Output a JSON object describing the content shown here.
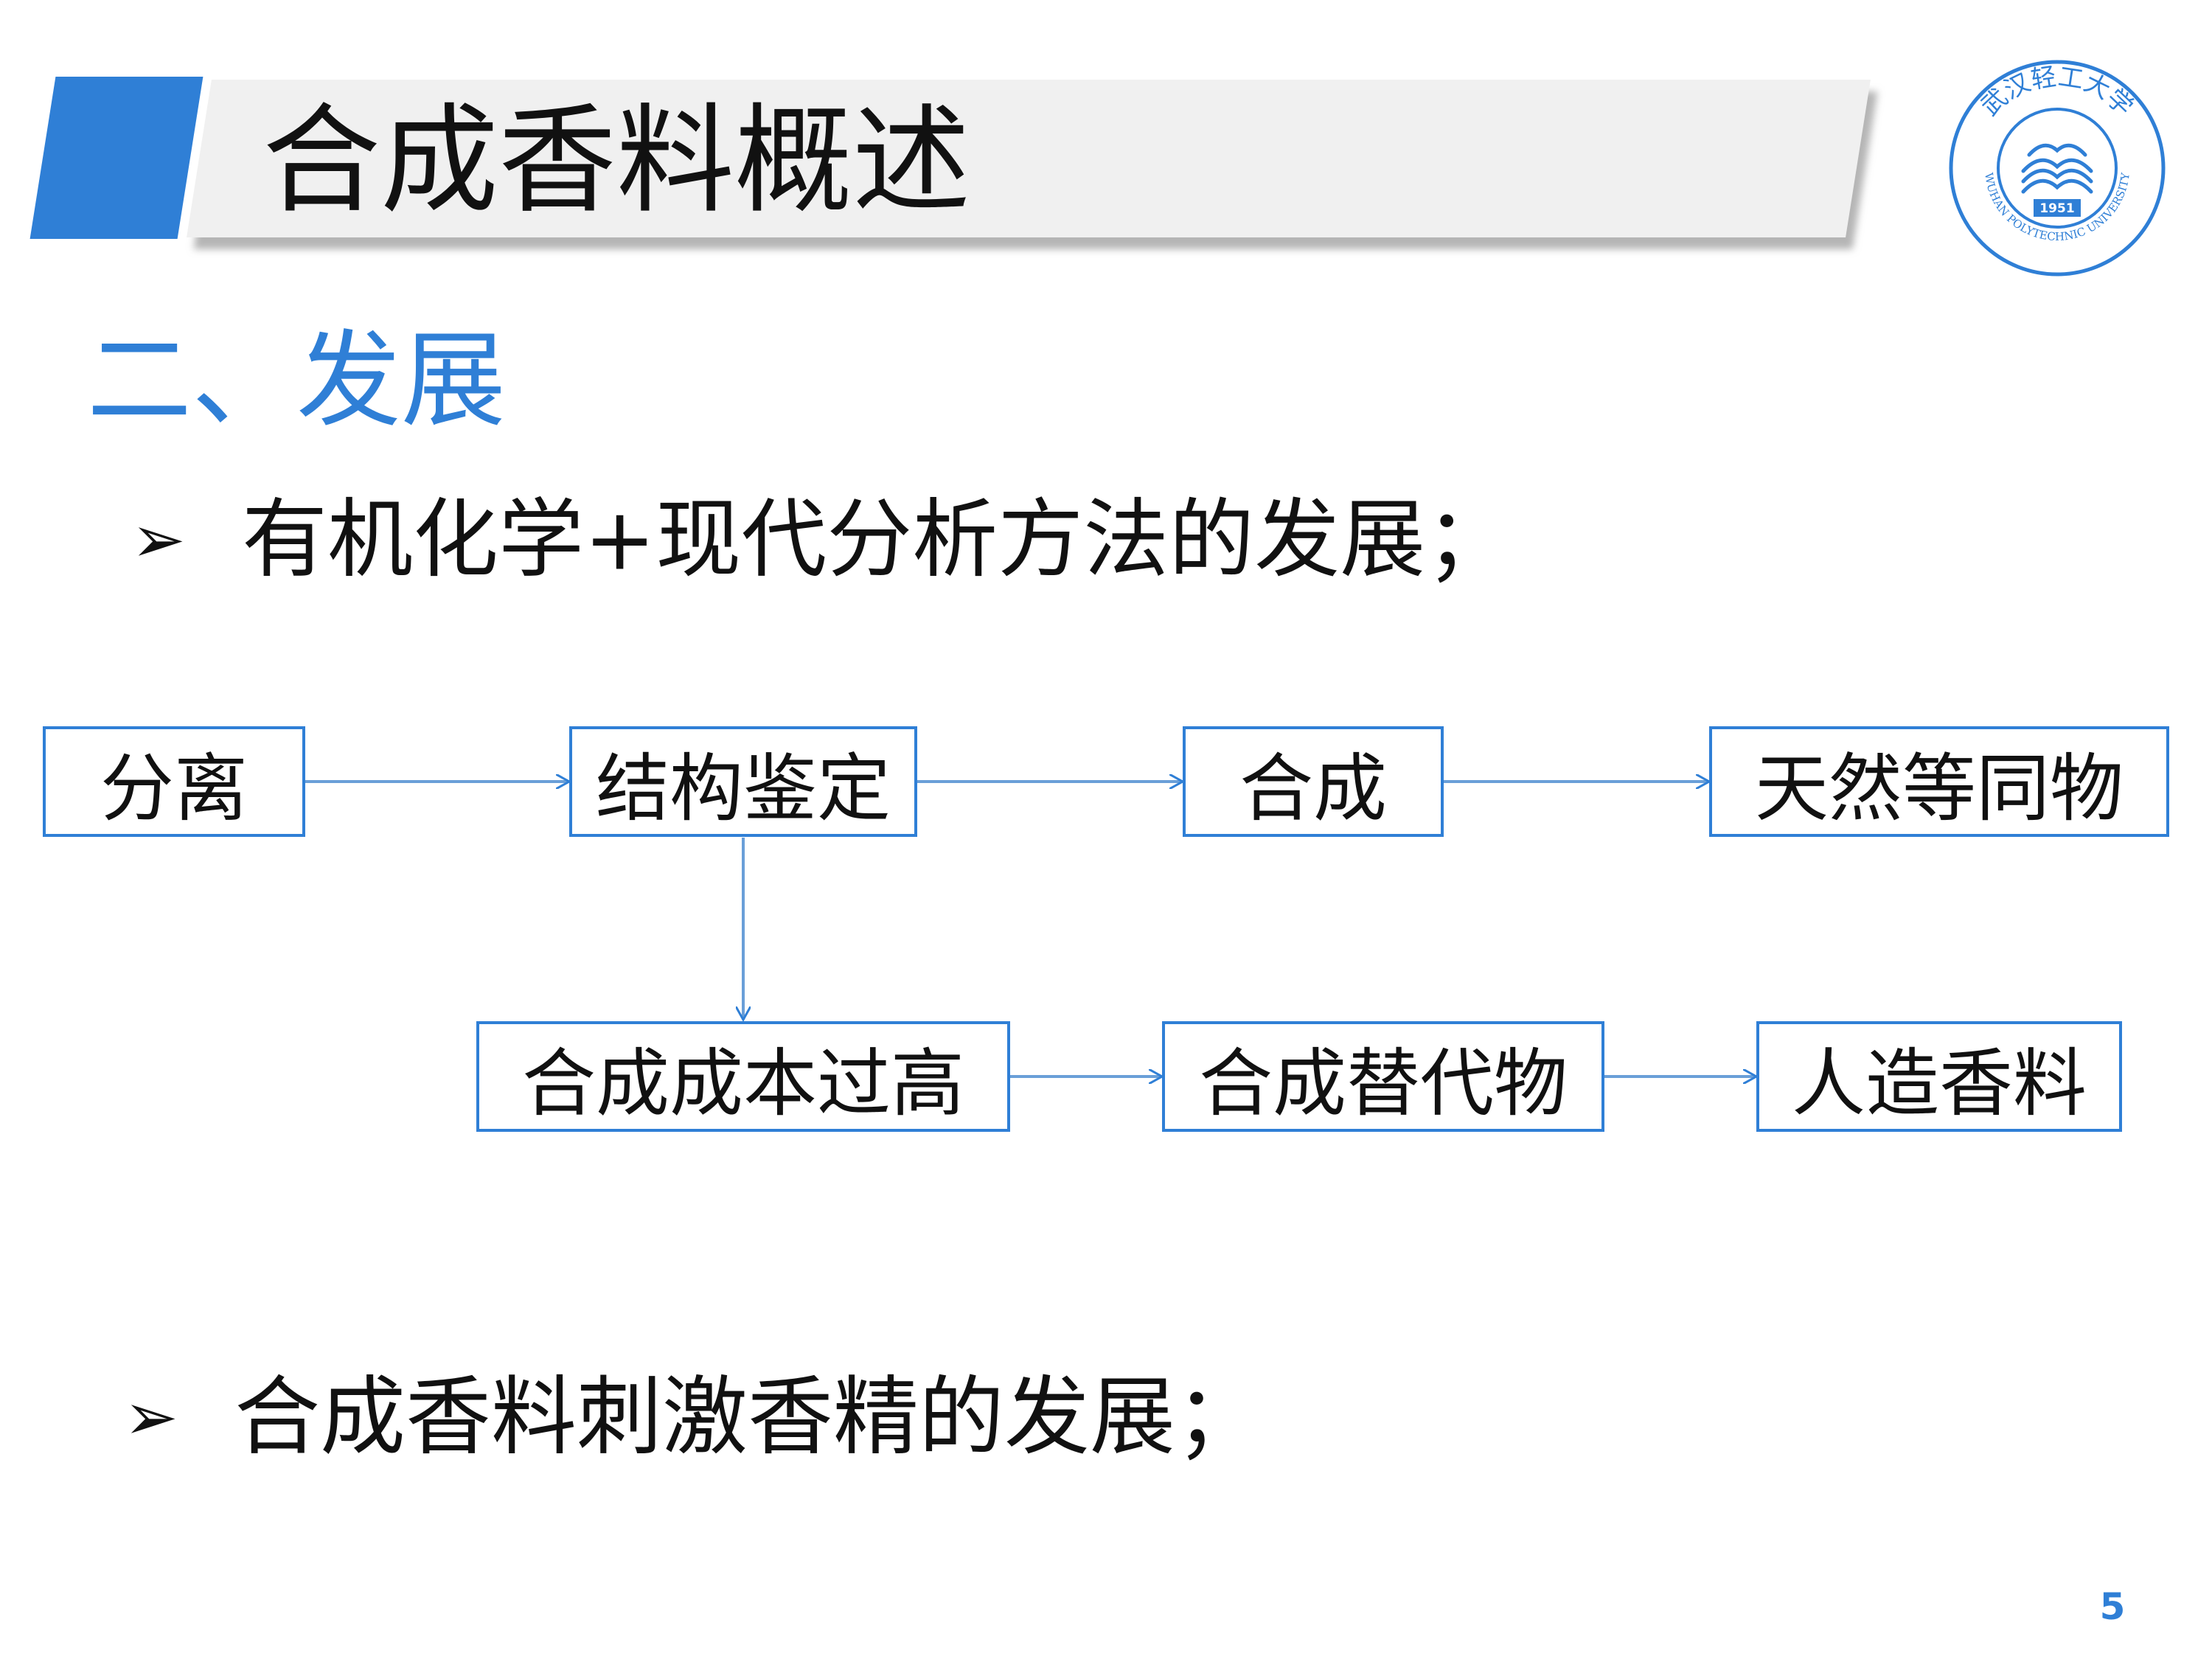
{
  "header": {
    "title": "合成香料概述",
    "logo": {
      "chinese_name": "武汉轻工大学",
      "english_name": "WUHAN POLYTECHNIC UNIVERSITY",
      "year": "1951"
    }
  },
  "section": {
    "heading": "二、发展"
  },
  "bullets": [
    {
      "marker": "➢",
      "text": "有机化学+现代分析方法的发展；"
    },
    {
      "marker": "➢",
      "text": "合成香料刺激香精的发展；"
    }
  ],
  "flow": {
    "nodes": [
      {
        "id": "separation",
        "label": "分离"
      },
      {
        "id": "structure",
        "label": "结构鉴定"
      },
      {
        "id": "synthesis",
        "label": "合成"
      },
      {
        "id": "nature_identical",
        "label": "天然等同物"
      },
      {
        "id": "high_cost",
        "label": "合成成本过高"
      },
      {
        "id": "substitute",
        "label": "合成替代物"
      },
      {
        "id": "artificial",
        "label": "人造香料"
      }
    ],
    "edges": [
      [
        "separation",
        "structure"
      ],
      [
        "structure",
        "synthesis"
      ],
      [
        "synthesis",
        "nature_identical"
      ],
      [
        "structure",
        "high_cost"
      ],
      [
        "high_cost",
        "substitute"
      ],
      [
        "substitute",
        "artificial"
      ]
    ]
  },
  "footer": {
    "page_number": "5"
  },
  "colors": {
    "accent": "#2f7fd6",
    "title_band": "#f0f0f0",
    "text": "#111111"
  }
}
